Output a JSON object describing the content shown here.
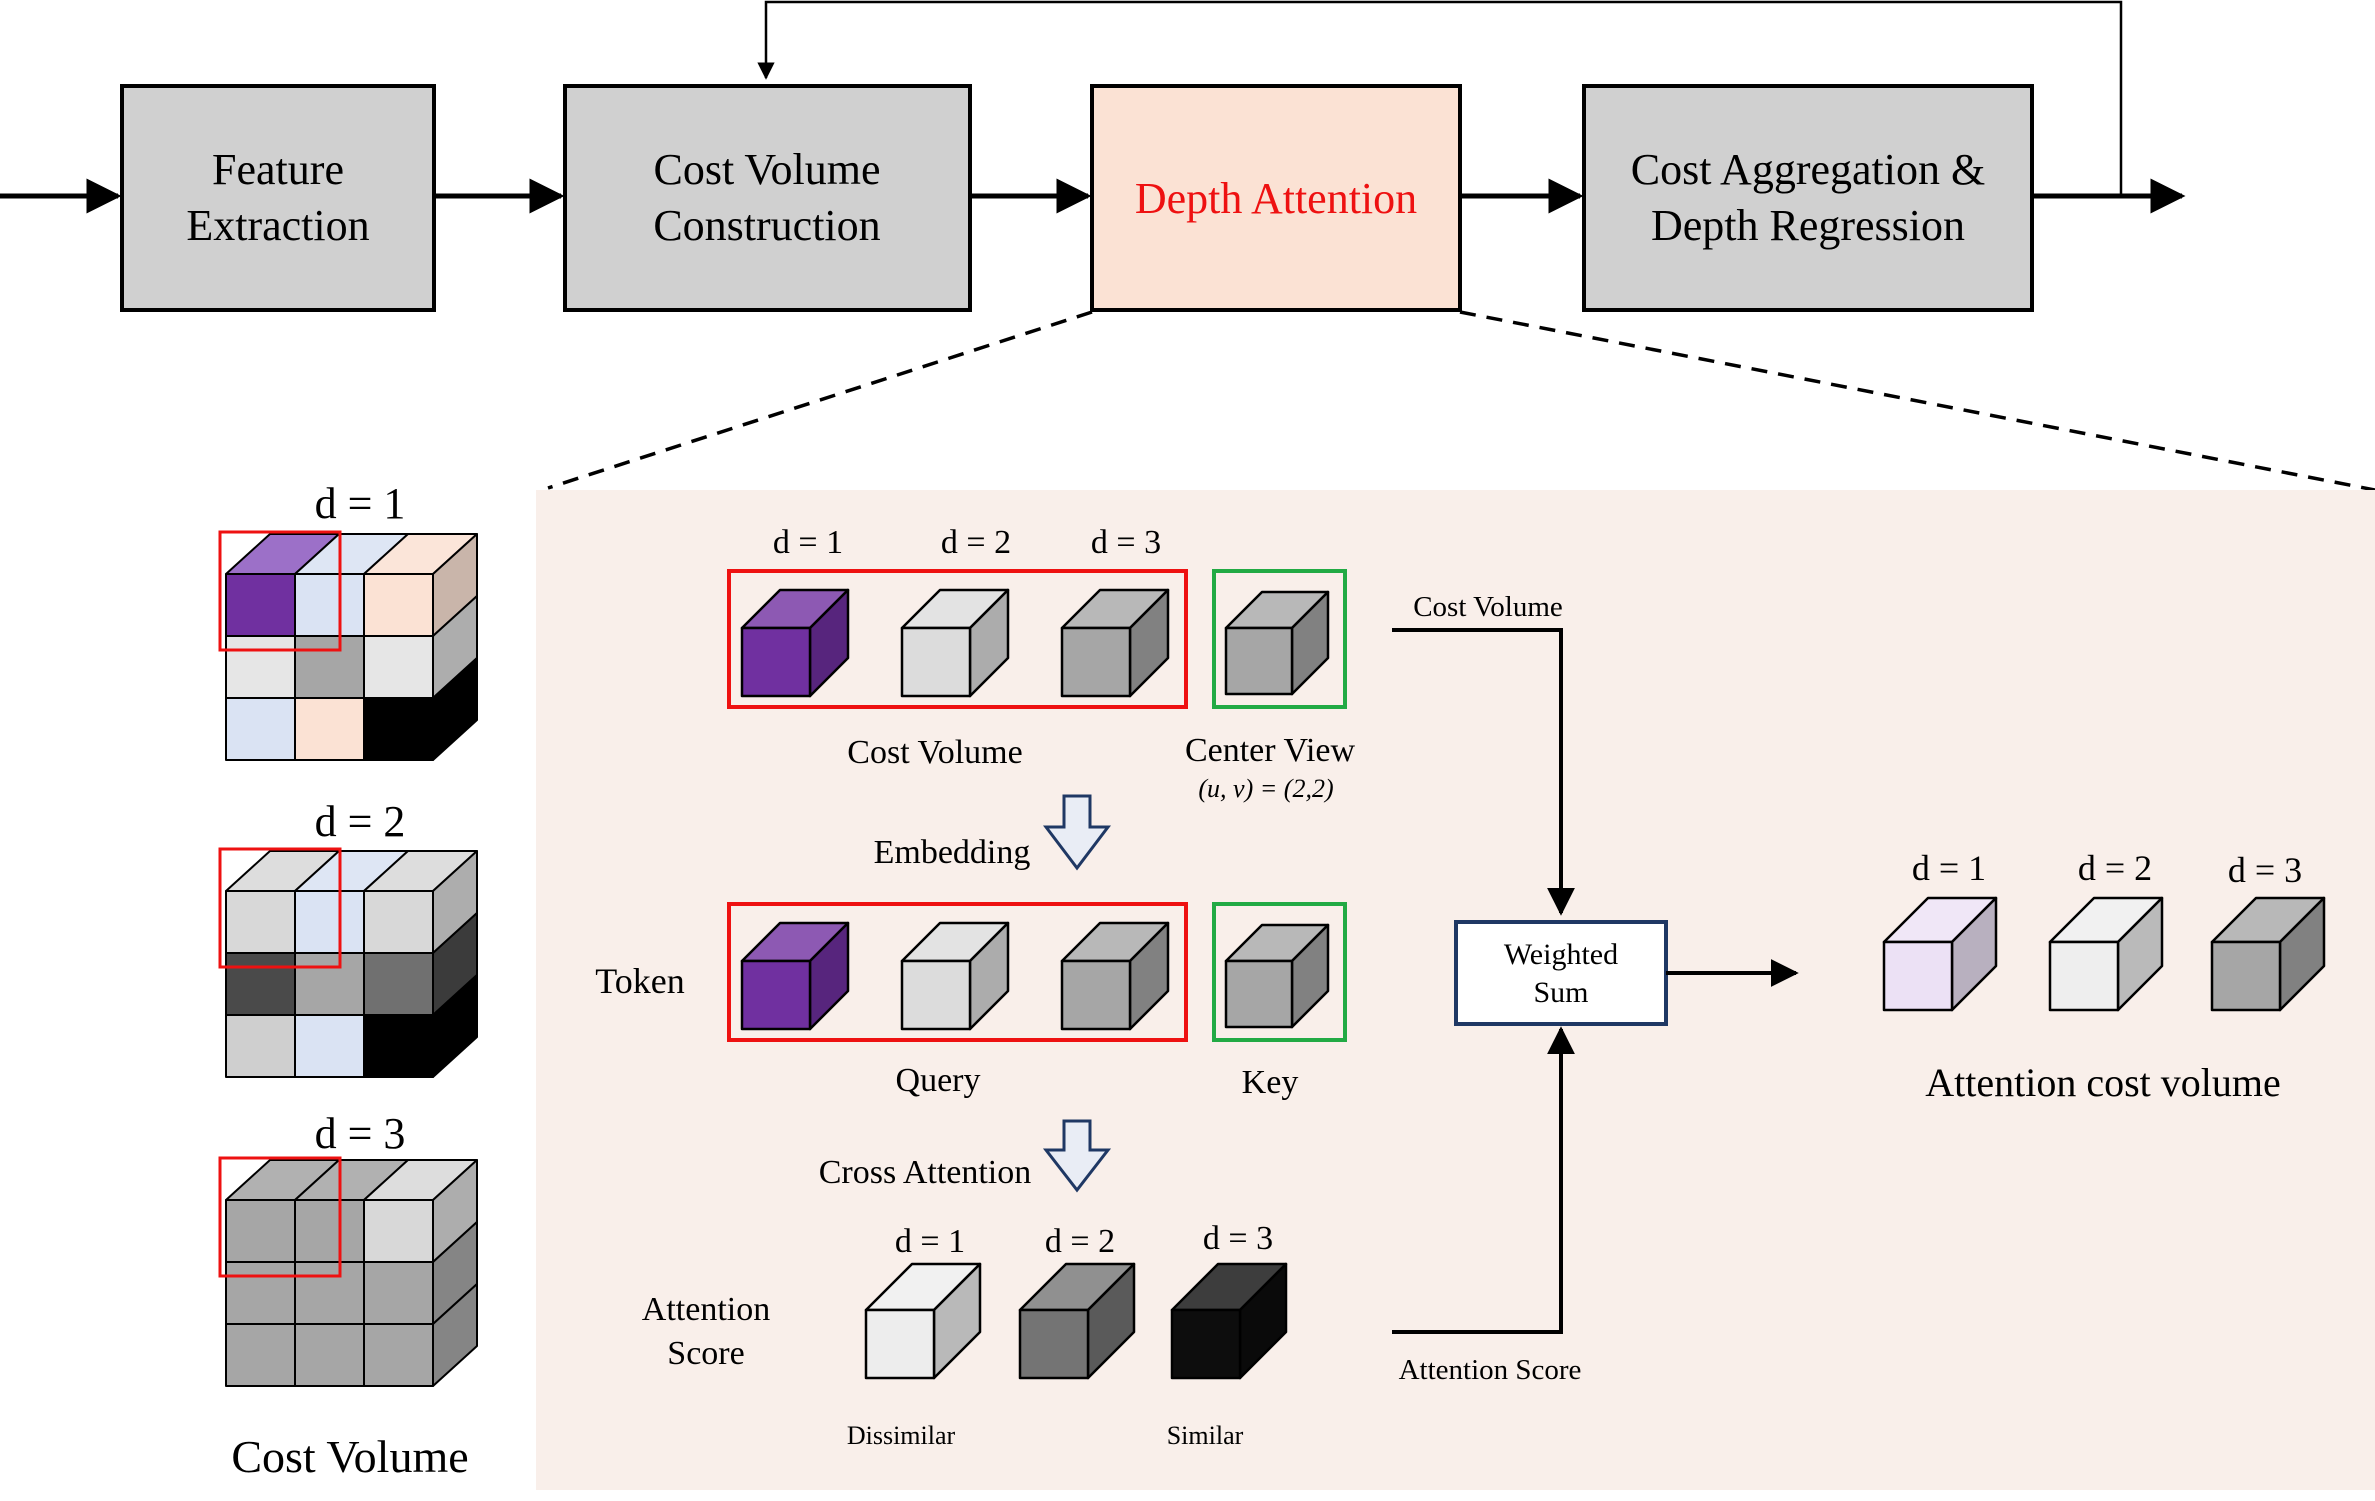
{
  "pipeline": {
    "feature_extraction": [
      "Feature",
      "Extraction"
    ],
    "cost_volume_construction": [
      "Cost Volume",
      "Construction"
    ],
    "depth_attention": "Depth Attention",
    "cost_aggregation": [
      "Cost Aggregation &",
      "Depth Regression"
    ]
  },
  "left_volume": {
    "d1_label": "d = 1",
    "d2_label": "d = 2",
    "d3_label": "d = 3",
    "caption": "Cost Volume"
  },
  "detail": {
    "top_row_labels": [
      "d = 1",
      "d = 2",
      "d = 3"
    ],
    "cost_volume_label": "Cost Volume",
    "center_view_label": "Center View",
    "center_view_coords": "(u, v) = (2,2)",
    "embedding_label": "Embedding",
    "token_label": "Token",
    "query_label": "Query",
    "key_label": "Key",
    "cross_attention_label": "Cross Attention",
    "attention_score_row_label": [
      "Attention",
      "Score"
    ],
    "score_labels": [
      "d = 1",
      "d = 2",
      "d = 3"
    ],
    "dissimilar_label": "Dissimilar",
    "similar_label": "Similar",
    "cost_volume_input_label": "Cost Volume",
    "attention_score_input_label": "Attention Score",
    "weighted_sum_label": [
      "Weighted",
      "Sum"
    ],
    "output_labels": [
      "d = 1",
      "d = 2",
      "d = 3"
    ],
    "output_caption": "Attention cost volume"
  },
  "colors": {
    "process_box": "#d0d0d0",
    "attention_box": "#fbe2d4",
    "attention_text": "#ee1111",
    "detail_panel": "#f9efea",
    "token_frame": "#ee1111",
    "key_frame": "#22aa44",
    "weighted_sum_border": "#1f3864",
    "hollow_arrow": "#1f3864"
  },
  "cubes": {
    "cost_volume_row": [
      "#7030a0",
      "#dcdcdc",
      "#a6a6a6"
    ],
    "center_view": "#a6a6a6",
    "token_row": [
      "#7030a0",
      "#dcdcdc",
      "#a6a6a6"
    ],
    "key": "#a6a6a6",
    "scores": [
      "#ededed",
      "#747474",
      "#0d0d0d"
    ],
    "outputs": [
      "#ece1f5",
      "#eeeeee",
      "#a6a6a6"
    ]
  }
}
